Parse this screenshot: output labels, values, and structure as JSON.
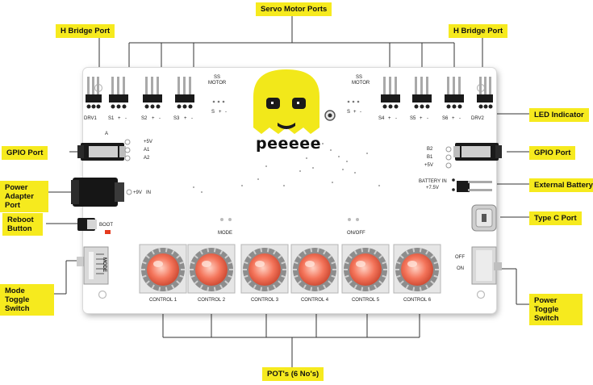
{
  "callouts": {
    "servo_ports": "Servo Motor Ports",
    "hbridge_left": "H Bridge Port",
    "hbridge_right": "H Bridge Port",
    "gpio_left": "GPIO Port",
    "gpio_right": "GPIO Port",
    "power_adapter": "Power Adapter Port",
    "reboot": "Reboot Button",
    "mode_toggle": "Mode Toggle Switch",
    "led": "LED Indicator",
    "ext_battery": "External Battery",
    "type_c": "Type C Port",
    "power_toggle": "Power Toggle Switch",
    "pots": "POT's (6 No's)"
  },
  "silkscreen": {
    "drv1": "DRV1",
    "drv2": "DRV2",
    "s1": "S1",
    "s2": "S2",
    "s3": "S3",
    "s4": "S4",
    "s5": "S5",
    "s6": "S6",
    "plus": "+",
    "minus": "-",
    "ss_motor_left_1": "SS",
    "ss_motor_left_2": "MOTOR",
    "ss_motor_right_1": "SS",
    "ss_motor_right_2": "MOTOR",
    "s_pm_left": "S",
    "s_pm_right": "S",
    "gpio_a_title": "A",
    "gpio_a_5v": "+5V",
    "gpio_a1": "A1",
    "gpio_a2": "A2",
    "gpio_b2": "B2",
    "gpio_b1": "B1",
    "gpio_b_5v": "+5V",
    "vin": "+9V",
    "in": "IN",
    "battery_in": "BATTERY IN",
    "battery_v": "+7.5V",
    "boot": "BOOT",
    "mode_switch": "MODE",
    "mode": "MODE",
    "on_off": "ON/OFF",
    "off": "OFF",
    "on": "ON",
    "brand": "peeeee"
  },
  "pots": [
    {
      "label": "CONTROL 1"
    },
    {
      "label": "CONTROL 2"
    },
    {
      "label": "CONTROL 3"
    },
    {
      "label": "CONTROL 4"
    },
    {
      "label": "CONTROL 5"
    },
    {
      "label": "CONTROL 6"
    }
  ],
  "colors": {
    "callout_bg": "#f6ea1e",
    "mascot": "#f2e81a",
    "knob": "#f4745a",
    "led_red": "#e53a1e",
    "connector": "#1a1a1a",
    "pins": "#9a9a9a"
  }
}
